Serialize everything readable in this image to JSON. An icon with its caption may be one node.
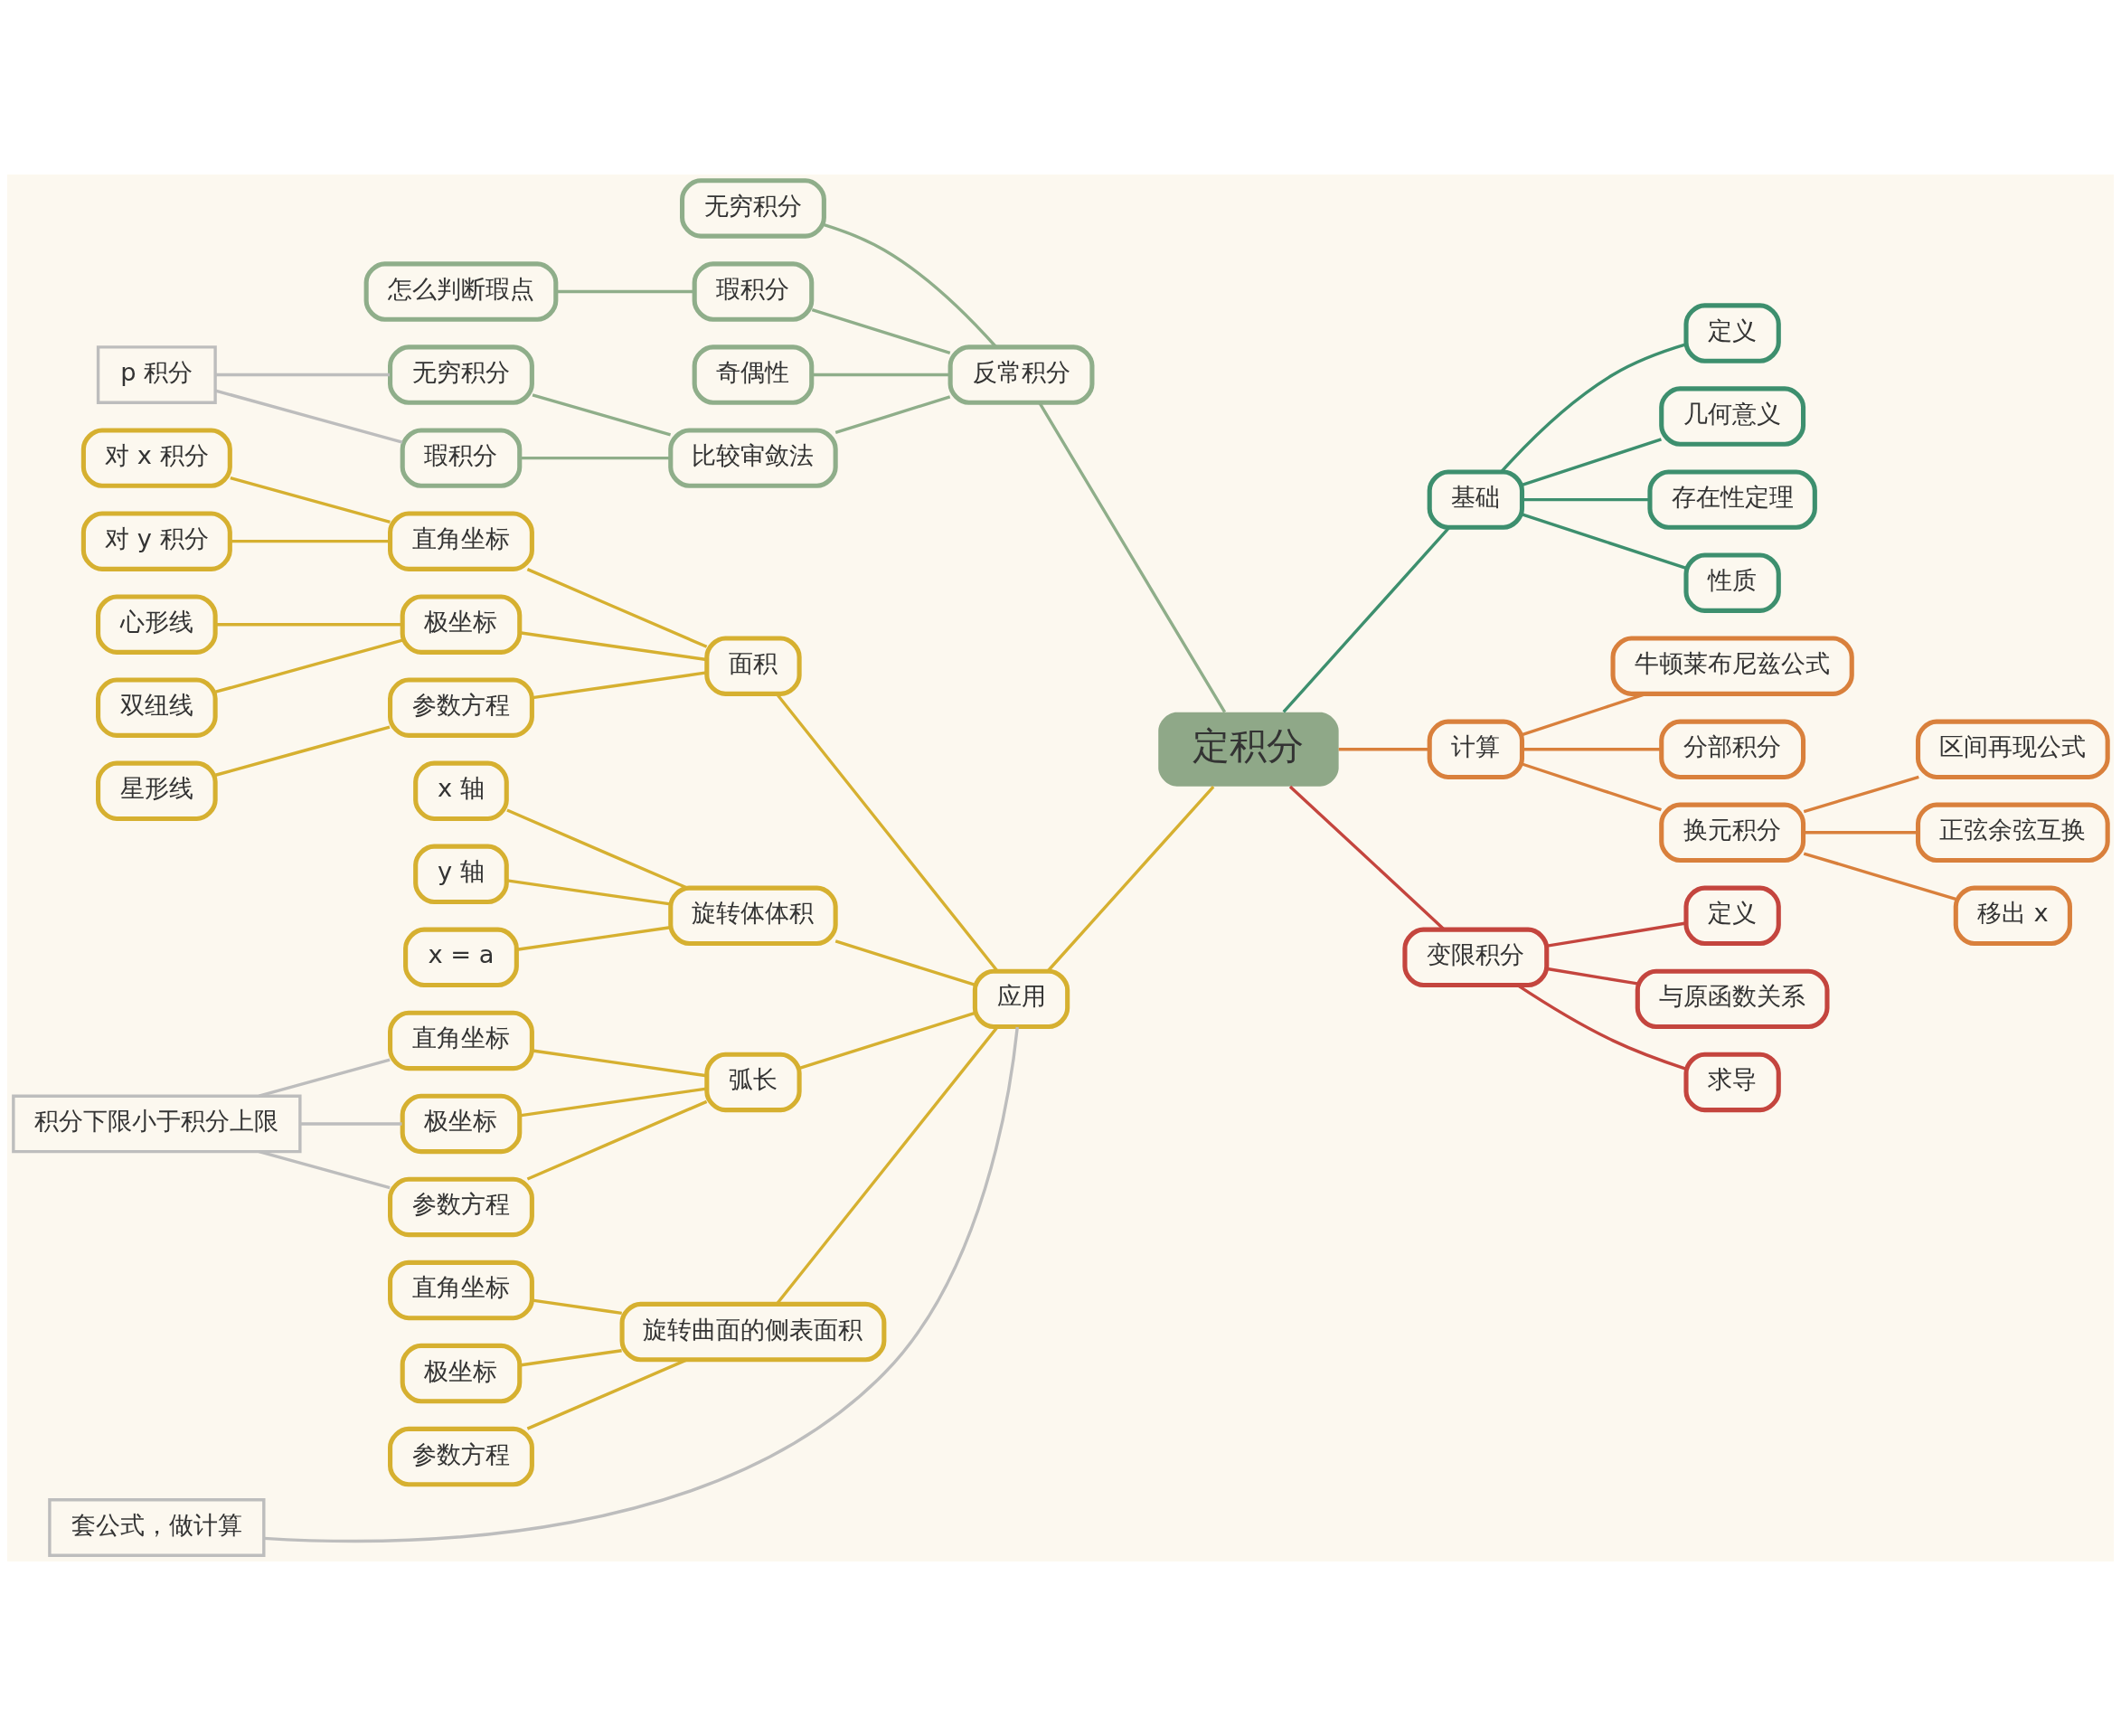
{
  "diagram": {
    "nodes": [
      {
        "text": [
          "定积分"
        ]
      },
      {
        "text": [
          "基础"
        ]
      },
      {
        "text": [
          "定义"
        ]
      },
      {
        "text": [
          "几何意义"
        ]
      },
      {
        "text": [
          "存在性定理"
        ]
      },
      {
        "text": [
          "性质"
        ]
      },
      {
        "text": [
          "计算"
        ]
      },
      {
        "text": [
          "牛顿莱布尼兹公式"
        ]
      },
      {
        "text": [
          "分部积分"
        ]
      },
      {
        "text": [
          "换元积分"
        ]
      },
      {
        "text": [
          "区间再现公式"
        ]
      },
      {
        "text": [
          "正弦余弦互换"
        ]
      },
      {
        "text": [
          "移出 x"
        ]
      },
      {
        "text": [
          "变限积分"
        ]
      },
      {
        "text": [
          "定义"
        ]
      },
      {
        "text": [
          "与原函数关系"
        ]
      },
      {
        "text": [
          "求导"
        ]
      },
      {
        "text": [
          "反常积分"
        ]
      },
      {
        "text": [
          "无穷积分"
        ]
      },
      {
        "text": [
          "瑕积分"
        ]
      },
      {
        "text": [
          "怎么判断瑕点"
        ]
      },
      {
        "text": [
          "奇偶性"
        ]
      },
      {
        "text": [
          "比较审敛法"
        ]
      },
      {
        "text": [
          "无穷积分"
        ]
      },
      {
        "text": [
          "瑕积分"
        ]
      },
      {
        "text": [
          "p 积分"
        ]
      },
      {
        "text": [
          "应用"
        ]
      },
      {
        "text": [
          "面积"
        ]
      },
      {
        "text": [
          "直角坐标"
        ]
      },
      {
        "text": [
          "对 x 积分"
        ]
      },
      {
        "text": [
          "对 y 积分"
        ]
      },
      {
        "text": [
          "极坐标"
        ]
      },
      {
        "text": [
          "心形线"
        ]
      },
      {
        "text": [
          "双纽线"
        ]
      },
      {
        "text": [
          "参数方程"
        ]
      },
      {
        "text": [
          "星形线"
        ]
      },
      {
        "text": [
          "旋转体体积"
        ]
      },
      {
        "text": [
          "x 轴"
        ]
      },
      {
        "text": [
          "y 轴"
        ]
      },
      {
        "text": [
          "x = a"
        ]
      },
      {
        "text": [
          "弧长"
        ]
      },
      {
        "text": [
          "直角坐标"
        ]
      },
      {
        "text": [
          "极坐标"
        ]
      },
      {
        "text": [
          "参数方程"
        ]
      },
      {
        "text": [
          "积分下限小于积分上限"
        ]
      },
      {
        "text": [
          "旋转曲面的侧表面积"
        ]
      },
      {
        "text": [
          "直角坐标"
        ]
      },
      {
        "text": [
          "极坐标"
        ]
      },
      {
        "text": [
          "参数方程"
        ]
      },
      {
        "text": [
          "套公式，做计算"
        ]
      }
    ],
    "edges": [
      {
        "from": 0,
        "to": 1,
        "arrow": "none",
        "color": "#3d8f6e"
      },
      {
        "from": 1,
        "to": 2,
        "arrow": "none",
        "color": "#3d8f6e"
      },
      {
        "from": 1,
        "to": 3,
        "arrow": "none",
        "color": "#3d8f6e"
      },
      {
        "from": 1,
        "to": 4,
        "arrow": "none",
        "color": "#3d8f6e"
      },
      {
        "from": 1,
        "to": 5,
        "arrow": "none",
        "color": "#3d8f6e"
      },
      {
        "from": 0,
        "to": 6,
        "arrow": "none",
        "color": "#d9803c"
      },
      {
        "from": 6,
        "to": 7,
        "arrow": "none",
        "color": "#d9803c"
      },
      {
        "from": 6,
        "to": 8,
        "arrow": "none",
        "color": "#d9803c"
      },
      {
        "from": 6,
        "to": 9,
        "arrow": "none",
        "color": "#d9803c"
      },
      {
        "from": 9,
        "to": 10,
        "arrow": "none",
        "color": "#d9803c"
      },
      {
        "from": 9,
        "to": 11,
        "arrow": "none",
        "color": "#d9803c"
      },
      {
        "from": 9,
        "to": 12,
        "arrow": "none",
        "color": "#d9803c"
      },
      {
        "from": 0,
        "to": 13,
        "arrow": "none",
        "color": "#c4453e"
      },
      {
        "from": 13,
        "to": 14,
        "arrow": "none",
        "color": "#c4453e"
      },
      {
        "from": 13,
        "to": 15,
        "arrow": "none",
        "color": "#c4453e"
      },
      {
        "from": 13,
        "to": 16,
        "arrow": "none",
        "color": "#c4453e"
      },
      {
        "from": 0,
        "to": 17,
        "arrow": "none",
        "color": "#8fae8a"
      },
      {
        "from": 17,
        "to": 18,
        "arrow": "none",
        "color": "#8fae8a"
      },
      {
        "from": 17,
        "to": 19,
        "arrow": "none",
        "color": "#8fae8a"
      },
      {
        "from": 19,
        "to": 20,
        "arrow": "none",
        "color": "#8fae8a"
      },
      {
        "from": 17,
        "to": 21,
        "arrow": "none",
        "color": "#8fae8a"
      },
      {
        "from": 17,
        "to": 22,
        "arrow": "none",
        "color": "#8fae8a"
      },
      {
        "from": 22,
        "to": 23,
        "arrow": "none",
        "color": "#8fae8a"
      },
      {
        "from": 22,
        "to": 24,
        "arrow": "none",
        "color": "#8fae8a"
      },
      {
        "from": 25,
        "to": 23,
        "arrow": "none",
        "color": "#bdbdbd"
      },
      {
        "from": 25,
        "to": 24,
        "arrow": "none",
        "color": "#bdbdbd"
      },
      {
        "from": 0,
        "to": 26,
        "arrow": "none"
      },
      {
        "from": 26,
        "to": 27,
        "arrow": "none"
      },
      {
        "from": 27,
        "to": 28,
        "arrow": "none"
      },
      {
        "from": 28,
        "to": 29,
        "arrow": "none"
      },
      {
        "from": 28,
        "to": 30,
        "arrow": "none"
      },
      {
        "from": 27,
        "to": 31,
        "arrow": "none"
      },
      {
        "from": 31,
        "to": 32,
        "arrow": "none"
      },
      {
        "from": 31,
        "to": 33,
        "arrow": "none"
      },
      {
        "from": 27,
        "to": 34,
        "arrow": "none"
      },
      {
        "from": 34,
        "to": 35,
        "arrow": "none"
      },
      {
        "from": 26,
        "to": 36,
        "arrow": "none"
      },
      {
        "from": 36,
        "to": 37,
        "arrow": "none"
      },
      {
        "from": 36,
        "to": 38,
        "arrow": "none"
      },
      {
        "from": 36,
        "to": 39,
        "arrow": "none"
      },
      {
        "from": 26,
        "to": 40,
        "arrow": "none"
      },
      {
        "from": 40,
        "to": 41,
        "arrow": "none"
      },
      {
        "from": 40,
        "to": 42,
        "arrow": "none"
      },
      {
        "from": 40,
        "to": 43,
        "arrow": "none"
      },
      {
        "from": 44,
        "to": 41,
        "arrow": "none",
        "color": "#bdbdbd"
      },
      {
        "from": 44,
        "to": 42,
        "arrow": "none",
        "color": "#bdbdbd"
      },
      {
        "from": 44,
        "to": 43,
        "arrow": "none",
        "color": "#bdbdbd"
      },
      {
        "from": 26,
        "to": 45,
        "arrow": "none"
      },
      {
        "from": 45,
        "to": 46,
        "arrow": "none"
      },
      {
        "from": 45,
        "to": 47,
        "arrow": "none"
      },
      {
        "from": 45,
        "to": 48,
        "arrow": "none"
      },
      {
        "from": 49,
        "to": 26,
        "arrow": "none",
        "color": "#bdbdbd"
      }
    ]
  }
}
